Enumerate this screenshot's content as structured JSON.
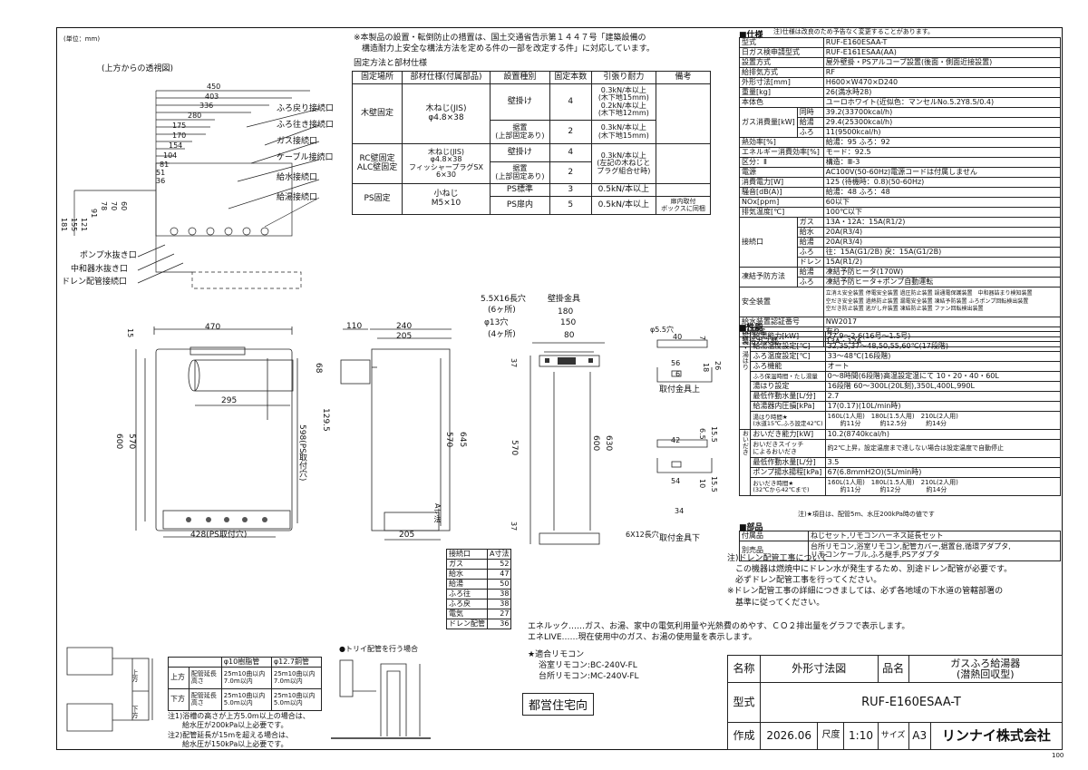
{
  "unit": "(単位：mm)",
  "top_view": {
    "title": "(上方からの透視図)",
    "dims": [
      "450",
      "403",
      "336",
      "280",
      "175",
      "170",
      "154",
      "104",
      "81",
      "51",
      "36"
    ],
    "vdims": [
      "181",
      "155",
      "121",
      "91",
      "78",
      "70",
      "60"
    ],
    "labels": [
      "ふろ戻り接続口",
      "ふろ往き接続口",
      "ガス接続口",
      "ケーブル接続口",
      "給水接続口",
      "給湯接続口"
    ],
    "bottom_labels": [
      "ポンプ水抜き口",
      "中和器水抜き口",
      "ドレン配管接続口"
    ]
  },
  "note_top": "※本製品の設置・転倒防止の措置は、国土交通省告示第１４４７号「建築設備の\n　構造耐力上安全な構法方法を定める件の一部を改定する件」に対応しています。",
  "fix_title": "固定方法と部材仕様",
  "fix_table": {
    "headers": [
      "固定場所",
      "部材仕様(付属部品)",
      "設置種別",
      "固定本数",
      "引張り耐力",
      "備考"
    ],
    "r1": {
      "place": "木壁固定",
      "mat": "木ねじ(JIS)\nφ4.8×38",
      "t1": "壁掛け",
      "n1": "4",
      "f1": "0.3kN/本以上\n(木下地15mm)\n0.2kN/本以上\n(木下地12mm)",
      "t2": "据置\n(上部固定あり)",
      "n2": "2",
      "f2": "0.3kN/本以上\n(木下地15mm)"
    },
    "r2": {
      "place": "RC壁固定\nALC壁固定",
      "mat": "木ねじ(JIS)\nφ4.8×38\nフィッシャープラグSX\n6×30",
      "t1": "壁掛け",
      "n1": "4",
      "f1": "0.3kN/本以上\n(左記の木ねじと\nプラグ組合せ時)",
      "t2": "据置\n(上部固定あり)",
      "n2": "2"
    },
    "r3": {
      "place": "PS固定",
      "mat": "小ねじ\nM5×10",
      "t1": "PS標準",
      "n1": "3",
      "f1": "0.5kN/本以上",
      "t2": "PS扉内",
      "n2": "5",
      "f2": "0.5kN/本以上",
      "note": "扉内取付\nボックスに同梱"
    }
  },
  "front": {
    "w": "470",
    "h1": "600",
    "h2": "570",
    "d15": "15",
    "d295": "295",
    "d428": "428(PS取付穴)",
    "d598": "598(PS取付穴)",
    "d68": "68",
    "d1295": "129.5"
  },
  "side": {
    "d110": "110",
    "d240": "240",
    "d205": "205",
    "d205b": "205",
    "d570": "570",
    "d645": "645",
    "a": "A寸法"
  },
  "rear": {
    "screw": "5.5X16長穴",
    "screw2": "(6ヶ所)",
    "hole": "φ13穴",
    "hole2": "(4ヶ所)",
    "bracket": "壁掛金具",
    "d180": "180",
    "d150": "150",
    "d80": "80",
    "d37": "37",
    "d570": "570",
    "d600": "600",
    "d630": "630",
    "d37b": "37",
    "bot": "6X12長穴"
  },
  "brackets": {
    "upper": "取付金具上",
    "lower": "取付金具下",
    "d55": "φ5.5穴",
    "d40": "40",
    "d7": "7",
    "d56": "56",
    "d6": "6",
    "d18": "18",
    "d26": "26",
    "d42": "42",
    "d65": "6.5",
    "d155": "15.5",
    "d54": "54",
    "d10": "10",
    "d34": "34",
    "d155b": "15.5"
  },
  "a_table": {
    "h": [
      "接続口",
      "A寸法"
    ],
    "rows": [
      [
        "ガス",
        "52"
      ],
      [
        "給水",
        "47"
      ],
      [
        "給湯",
        "50"
      ],
      [
        "ふろ往",
        "38"
      ],
      [
        "ふろ戻",
        "38"
      ],
      [
        "電気",
        "27"
      ],
      [
        "ドレン配管",
        "36"
      ]
    ]
  },
  "spec": {
    "head": "■仕様",
    "head_note": "注)仕様は改良のため予告なく変更することがあります。",
    "rows": [
      [
        "型式",
        "RUF-E160ESAA-T"
      ],
      [
        "日ガス検申請型式",
        "RUF-E161ESAA(AA)"
      ],
      [
        "設置方式",
        "屋外壁掛・PSアルコーブ設置(後面・側面近接設置)"
      ],
      [
        "給排気方式",
        "RF"
      ],
      [
        "外形寸法[mm]",
        "H600×W470×D240"
      ],
      [
        "重量[kg]",
        "26(満水時28)"
      ],
      [
        "本体色",
        "ユーロホワイト(近似色：マンセルNo.5.2Y8.5/0.4)"
      ]
    ],
    "gas": {
      "label": "ガス消費量[kW]",
      "rows": [
        [
          "同時",
          "39.2(33700kcal/h)"
        ],
        [
          "給湯",
          "29.4(25300kcal/h)"
        ],
        [
          "ふろ",
          "11(9500kcal/h)"
        ]
      ]
    },
    "rows2": [
      [
        "熱効率[%]",
        "給湯：95 ふろ：92"
      ],
      [
        "エネルギー消費効率[%]",
        "モード：92.5"
      ],
      [
        "区分：Ⅱ",
        "構造：Ⅲ-3"
      ],
      [
        "電源",
        "AC100V(50-60Hz)電源コードは付属しません"
      ],
      [
        "消費電力[W]",
        "125 (待機時：0.8)(50-60Hz)"
      ],
      [
        "騒音[dB(A)]",
        "給湯：48 ふろ：48"
      ],
      [
        "NOx[ppm]",
        "60以下"
      ],
      [
        "排気温度[℃]",
        "100℃以下"
      ]
    ],
    "conn": {
      "label": "接続口",
      "rows": [
        [
          "ガス",
          "13A・12A：15A(R1/2)"
        ],
        [
          "給水",
          "20A(R3/4)"
        ],
        [
          "給湯",
          "20A(R3/4)"
        ],
        [
          "ふろ",
          "往：15A(G1/2B) 戻：15A(G1/2B)"
        ],
        [
          "ドレン",
          "15A(R1/2)"
        ]
      ]
    },
    "freeze": {
      "label": "凍結予防方法",
      "rows": [
        [
          "給湯",
          "凍結予防ヒータ(170W)"
        ],
        [
          "ふろ",
          "凍結予防ヒータ+ポンプ自動運転"
        ]
      ]
    },
    "safety": {
      "label": "安全装置",
      "lines": [
        "立消え安全装置 停電安全装置 過圧防止装置 誤通電保護装置　中和器詰まり検知装置",
        "空だき安全装置 過熱防止装置 漏電安全装置 凍結予防装置 ふろポンプ回転検出装置",
        "空だき防止装置 逃がし弁装置 凍結防止装置 ファン回転検出装置"
      ]
    },
    "rows3": [
      [
        "給水装置認証番号",
        "NW2017"
      ],
      [
        "BL認定",
        "有り"
      ],
      [
        "製造ガス種",
        "13A・12A"
      ]
    ]
  },
  "perf": {
    "head": "■性能",
    "group1": "給湯・湯はり",
    "rows1": [
      [
        "給湯能力[kW]",
        "27.9～2.6(16号～1.5号)"
      ],
      [
        "給湯温度設定[℃]",
        "32,35,37～48,50,55,60℃(17段階)"
      ],
      [
        "ふろ温度設定[℃]",
        "33～48℃(16段階)"
      ],
      [
        "ふろ機能",
        "オート"
      ],
      [
        "ふろ保温時間・たし湯量",
        "0～8時間(6段階)高温設定温にて 10・20・40・60L"
      ],
      [
        "湯はり設定",
        "16段階 60～300L(20L刻),350L,400L,990L"
      ],
      [
        "最低作動水量[L/分]",
        "2.7"
      ],
      [
        "給湯器内圧損[kPa]",
        "17(0.17)(10L/min時)"
      ],
      [
        "湯はり時間★\n(水道15℃,ふろ設定42℃)",
        "160L(1人用)　180L(1.5人用)　210L(2人用)\n　　約11分　　　約12.5分　　　約14分"
      ]
    ],
    "group2": "おいだき",
    "rows2": [
      [
        "おいだき能力[kW]",
        "10.2(8740kcal/h)"
      ],
      [
        "おいだきスイッチ\nによるおいだき",
        "約2℃上昇，設定温度まで達しない場合は設定温度で自動停止"
      ],
      [
        "最低作動水量[L/分]",
        "3.5"
      ],
      [
        "ポンプ揚水揚程[kPa]",
        "67(6.8mmH2O)(5L/min時)"
      ],
      [
        "おいだき時間★\n(32℃から42℃まで)",
        "160L(1人用)　180L(1.5人用)　210L(2人用)\n　　約11分　　　約12分　　　　約14分"
      ]
    ],
    "note": "注)★項目は、配管5m、水圧200kPa時の値です"
  },
  "parts": {
    "head": "■部品",
    "rows": [
      [
        "付属品",
        "ねじセット,リモコンハーネス延長セット"
      ],
      [
        "別売品",
        "台所リモコン,浴室リモコン,配管カバー,据置台,循環アダプタ,\nリモコンケーブル,ふろ継手,PSアダプタ"
      ]
    ]
  },
  "notes_drain": "注)ドレン配管工事について\n　この機器は燃焼中にドレン水が発生するため、別途ドレン配管が必要です。\n　必ずドレン配管工事を行ってください。\n※ドレン配管工事の詳細につきましては、必ず各地域の下水道の管轄部署の\n　基準に従ってください。",
  "energy": "エネルック……ガス、お湯、家中の電気利用量や光熱費のめやす、ＣＯ２排出量をグラフで表示します。\nエネLIVE……現在使用中のガス、お湯の使用量を表示します。",
  "remote": {
    "title": "★適合リモコン",
    "bath": "浴室リモコン:BC-240V-FL",
    "kitchen": "台所リモコン:MC-240V-FL"
  },
  "stamp": "都営住宅向",
  "pipe_table": {
    "h": [
      "",
      "",
      "φ10樹脂管",
      "φ12.7銅管"
    ],
    "r1": [
      "上方",
      "配管延長\n高さ",
      "25m10曲以内\n7.0m以内",
      "25m10曲以内\n7.0m以内"
    ],
    "r2": [
      "下方",
      "配管延長\n高さ",
      "25m10曲以内\n5.0m以内",
      "25m10曲以内\n5.0m以内"
    ],
    "notes": "注1)浴槽の高さが上方5.0m以上の場合は、\n　　給水圧が200kPa以上必要です。\n注2)配管延長が15mを超える場合は、\n　　給水圧が150kPa以上必要です。"
  },
  "trap_title": "●トリイ配管を行う場合",
  "title_block": {
    "name_label": "名称",
    "name": "外形寸法図",
    "item_label": "品名",
    "item": "ガスふろ給湯器\n(潜熱回収型)",
    "model_label": "型式",
    "model": "RUF-E160ESAA-T",
    "made_label": "作成",
    "date": "2026.06",
    "scale_label": "尺度",
    "scale": "1:10",
    "size_label": "サイズ",
    "size": "A3",
    "company": "リンナイ株式会社"
  },
  "page_no": "100"
}
